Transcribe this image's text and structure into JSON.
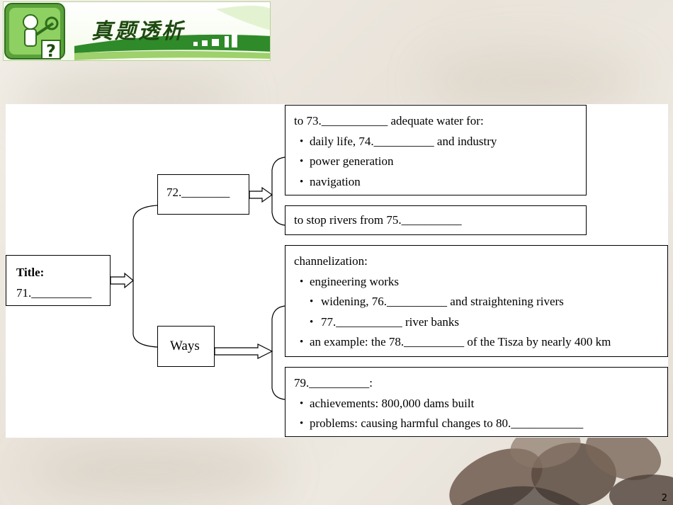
{
  "header": {
    "title": "真题透析"
  },
  "title_box": {
    "label": "Title:",
    "blank": "71.__________"
  },
  "node_72": {
    "text": "72.________"
  },
  "node_ways": {
    "text": "Ways"
  },
  "box_purpose": {
    "heading": "to 73.___________  adequate water for:",
    "items": [
      "daily life, 74.__________  and industry",
      "power generation",
      "navigation"
    ]
  },
  "box_stop": {
    "text": "to stop rivers from 75.__________"
  },
  "box_channel": {
    "heading": "channelization:",
    "item1": "engineering works",
    "sub1": "widening, 76.__________  and straightening rivers",
    "sub2": "77.___________  river banks",
    "item2": "an example: the 78.__________  of the Tisza by nearly 400 km"
  },
  "box_dams": {
    "heading": "79.__________:",
    "items": [
      "achievements: 800,000 dams built",
      "problems: causing harmful changes to 80.____________"
    ]
  },
  "page_number": "2"
}
